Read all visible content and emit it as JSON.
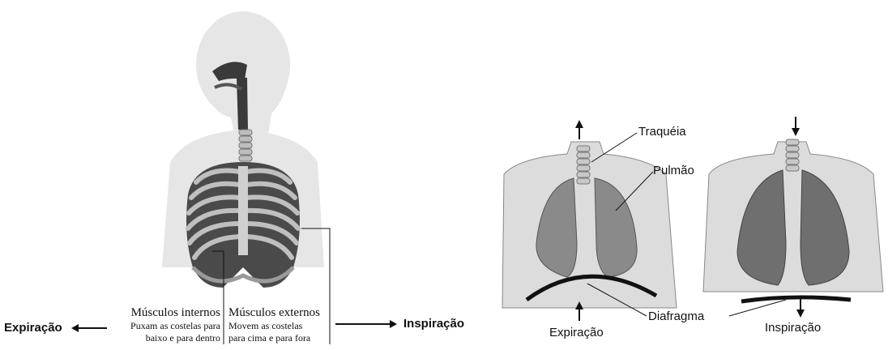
{
  "left": {
    "internal_muscles": {
      "title": "Músculos internos",
      "line1": "Puxam as costelas para",
      "line2": "baixo e para dentro"
    },
    "external_muscles": {
      "title": "Músculos externos",
      "line1": "Movem as costelas",
      "line2": "para cima e para fora"
    },
    "expiration_label": "Expiração",
    "inspiration_label": "Inspiração"
  },
  "right": {
    "trachea_label": "Traquéia",
    "lung_label": "Pulmão",
    "diaphragm_label": "Diafragma",
    "expiration_label": "Expiração",
    "inspiration_label": "Inspiração"
  }
}
